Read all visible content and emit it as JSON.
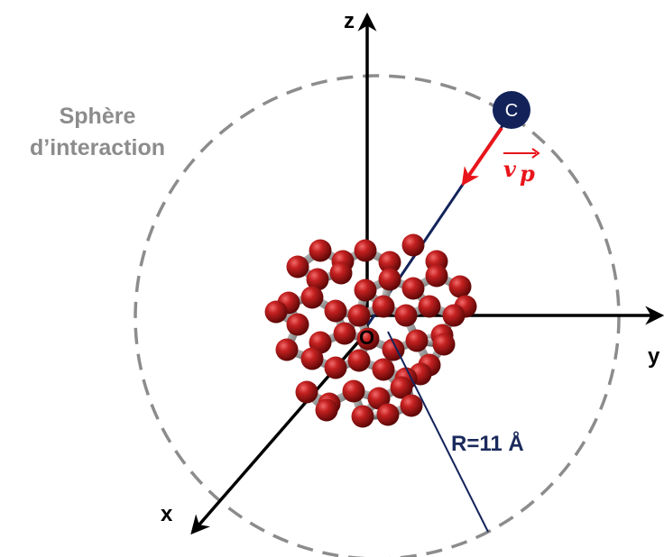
{
  "sphere": {
    "label_line1": "Sphère",
    "label_line2": "d’interaction",
    "color": "#8c8c8c"
  },
  "axes": {
    "x_label": "x",
    "y_label": "y",
    "z_label": "z",
    "origin_label": "O"
  },
  "projectile": {
    "atom_label": "C",
    "atom_color": "#13235a",
    "velocity_symbol": "v",
    "velocity_subscript": "p",
    "velocity_color": "#e8151b",
    "trajectory_color": "#13235a"
  },
  "radius": {
    "label": "R=11 Å",
    "color": "#1a2a5c"
  },
  "molecule": {
    "atom_color": "#b01818",
    "bond_color": "#9a9a9a"
  }
}
